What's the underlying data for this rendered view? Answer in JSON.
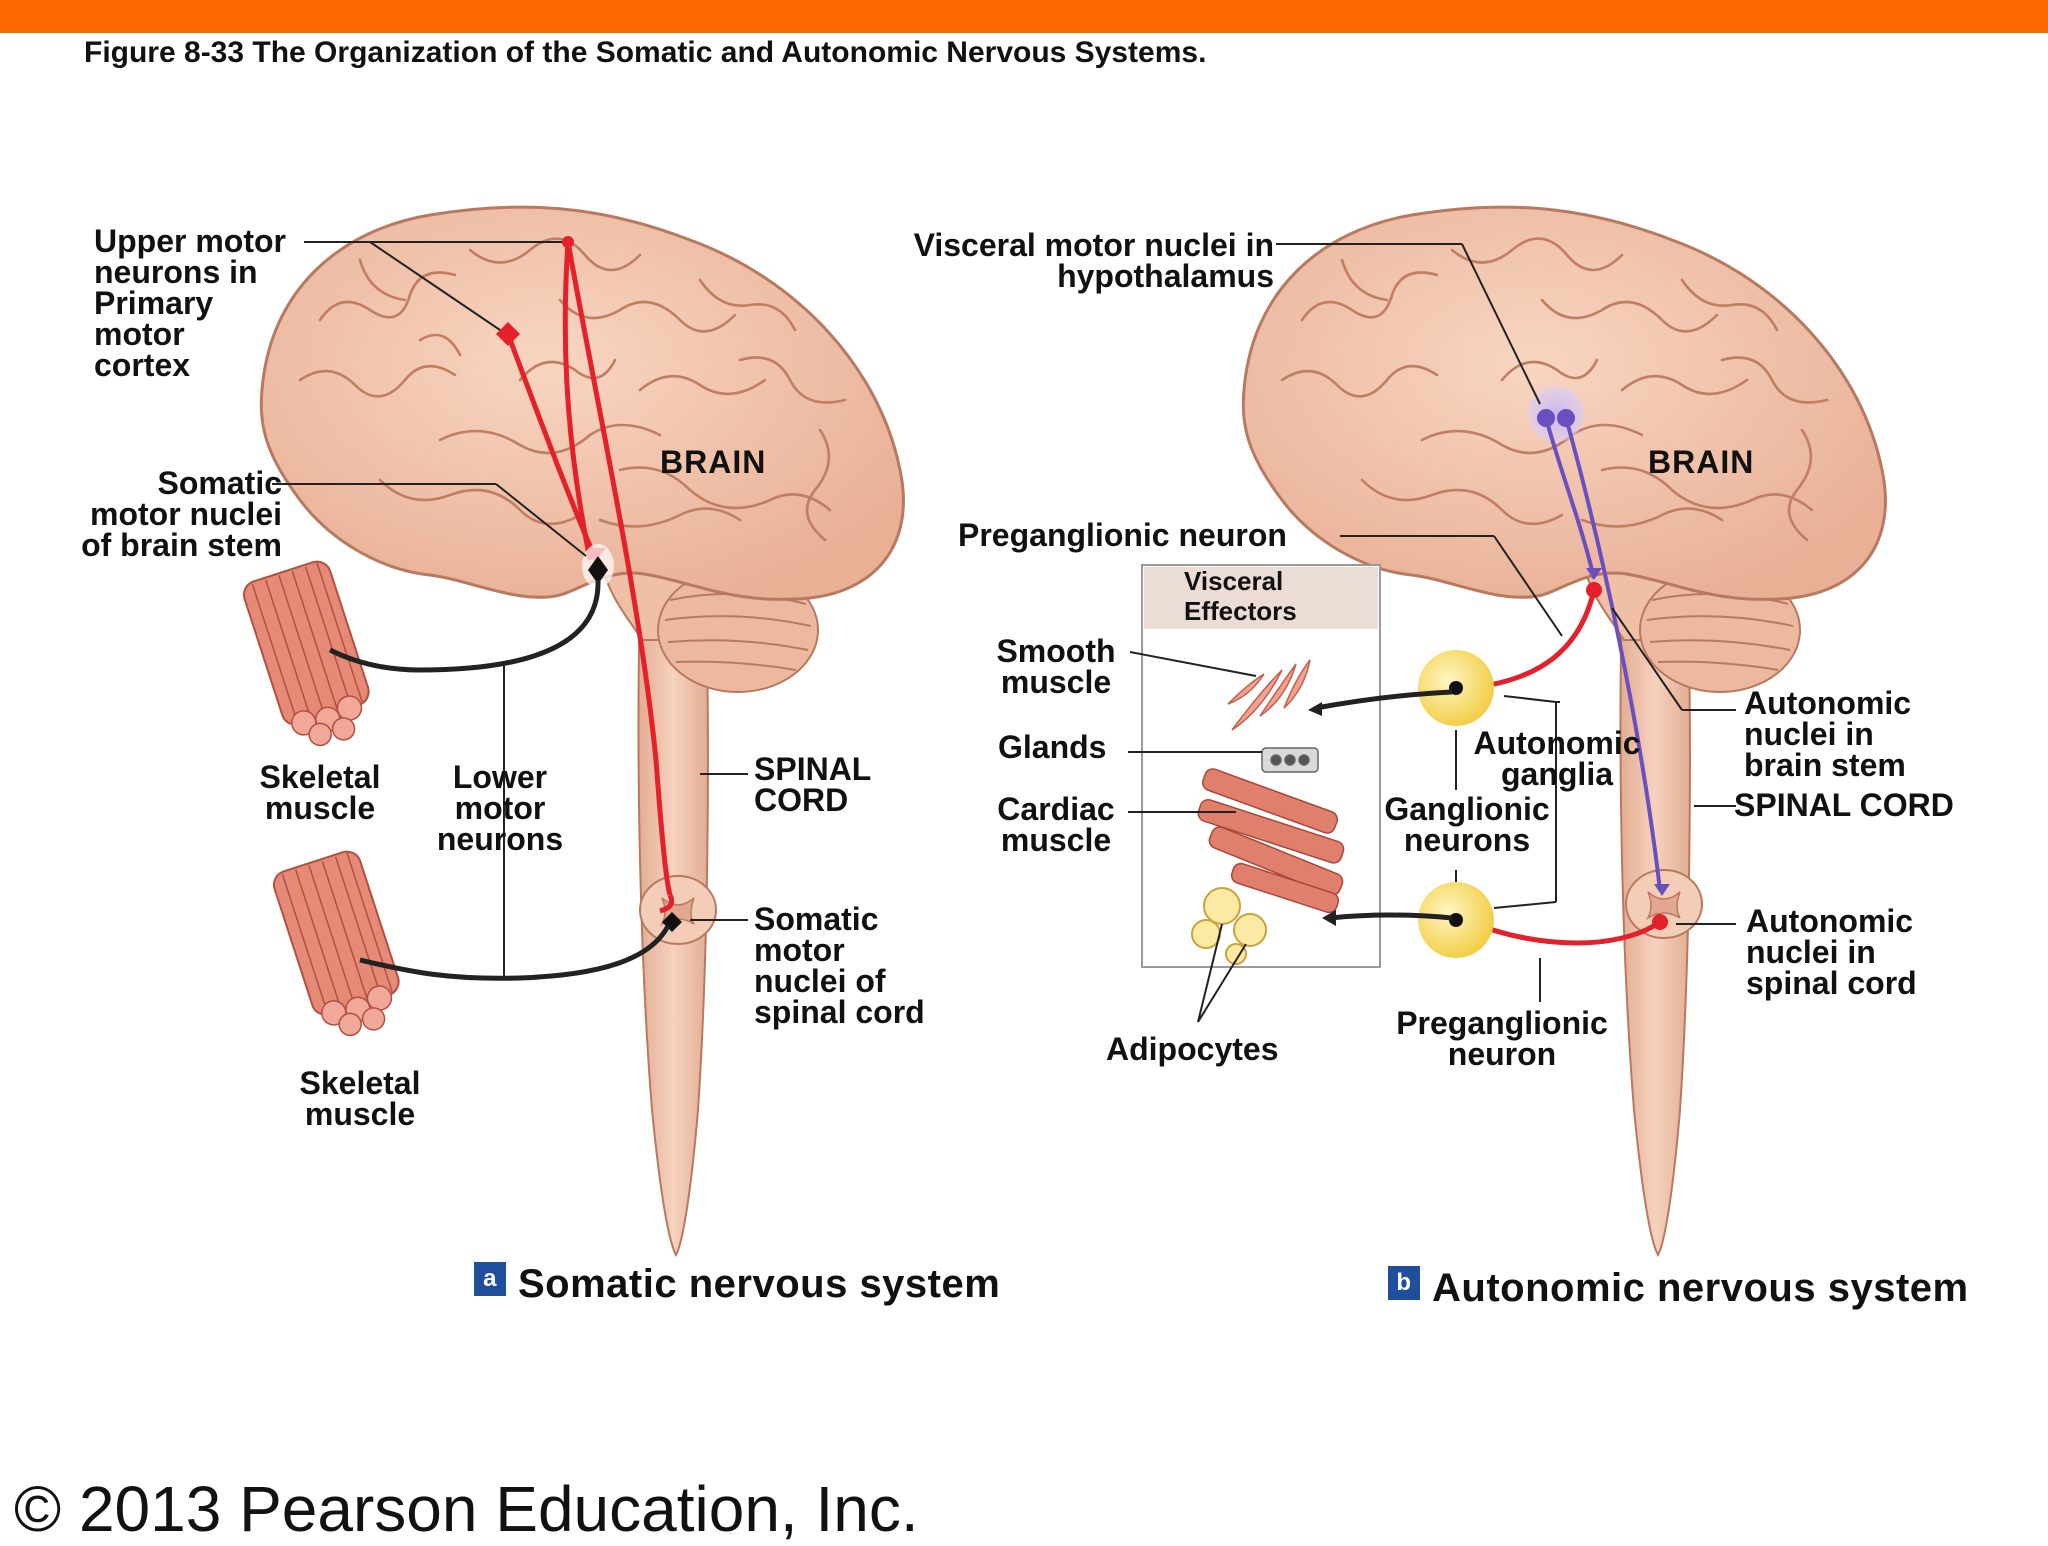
{
  "colors": {
    "top_bar": "#ff6a00",
    "badge": "#1f4e9a",
    "brain_fill": "#f2c3aa",
    "brain_stroke": "#b7795f",
    "motor_red": "#e4202a",
    "autonomic_purple": "#6a4fc0",
    "ganglion_yellow": "#f7df6a",
    "muscle": "#e07f6c"
  },
  "figure_title": "Figure 8-33  The Organization of the Somatic and Autonomic Nervous Systems.",
  "panel_a": {
    "badge": "a",
    "title": "Somatic nervous system",
    "brain_label": "BRAIN",
    "labels": {
      "upper_motor": "Upper motor\nneurons in\nPrimary\nmotor\ncortex",
      "somatic_nuclei_brainstem": "Somatic\nmotor nuclei\nof brain stem",
      "skeletal_muscle_1": "Skeletal\nmuscle",
      "lower_motor": "Lower\nmotor\nneurons",
      "spinal_cord": "SPINAL\nCORD",
      "somatic_nuclei_spinal": "Somatic\nmotor\nnuclei of\nspinal cord",
      "skeletal_muscle_2": "Skeletal\nmuscle"
    }
  },
  "panel_b": {
    "badge": "b",
    "title": "Autonomic nervous system",
    "brain_label": "BRAIN",
    "effectors_title": "Visceral\nEffectors",
    "labels": {
      "visceral_motor": "Visceral motor nuclei in\nhypothalamus",
      "preganglionic_top": "Preganglionic neuron",
      "smooth_muscle": "Smooth\nmuscle",
      "glands": "Glands",
      "cardiac_muscle": "Cardiac\nmuscle",
      "adipocytes": "Adipocytes",
      "autonomic_ganglia": "Autonomic\nganglia",
      "ganglionic_neurons": "Ganglionic\nneurons",
      "preganglionic_bottom": "Preganglionic\nneuron",
      "autonomic_brainstem": "Autonomic\nnuclei in\nbrain stem",
      "spinal_cord": "SPINAL CORD",
      "autonomic_spinal": "Autonomic\nnuclei in\nspinal cord"
    }
  },
  "copyright": "© 2013 Pearson Education, Inc."
}
